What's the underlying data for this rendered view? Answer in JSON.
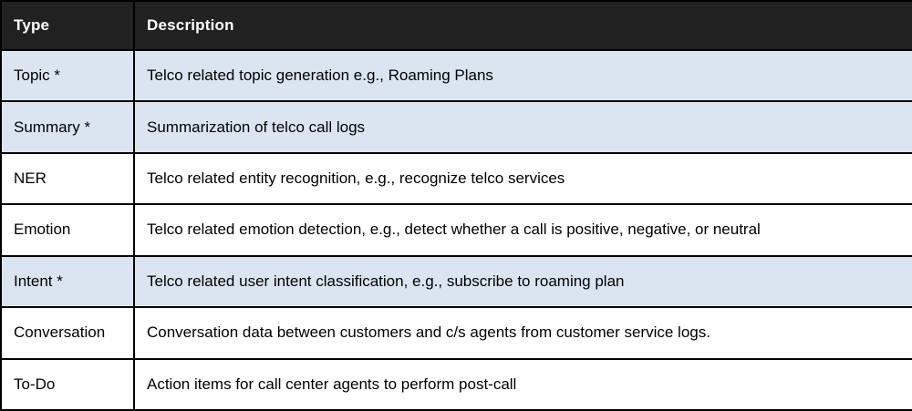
{
  "table": {
    "columns": [
      {
        "label": "Type"
      },
      {
        "label": "Description"
      }
    ],
    "rows": [
      {
        "type": "Topic *",
        "description": "Telco related topic generation e.g., Roaming Plans",
        "highlighted": true
      },
      {
        "type": "Summary *",
        "description": "Summarization of telco call logs",
        "highlighted": true
      },
      {
        "type": "NER",
        "description": "Telco related entity recognition, e.g., recognize telco services",
        "highlighted": false
      },
      {
        "type": "Emotion",
        "description": "Telco related emotion detection, e.g., detect whether a call is positive, negative, or neutral",
        "highlighted": false
      },
      {
        "type": "Intent *",
        "description": "Telco related user intent classification, e.g., subscribe to roaming plan",
        "highlighted": true
      },
      {
        "type": "Conversation",
        "description": "Conversation data between customers and c/s agents from customer service logs.",
        "highlighted": false
      },
      {
        "type": "To-Do",
        "description": "Action items for call center agents to perform post-call",
        "highlighted": false
      }
    ],
    "colors": {
      "header_bg": "#212121",
      "header_text": "#ffffff",
      "row_highlight_bg": "#dbe5f1",
      "row_bg": "#ffffff",
      "border": "#000000"
    }
  }
}
